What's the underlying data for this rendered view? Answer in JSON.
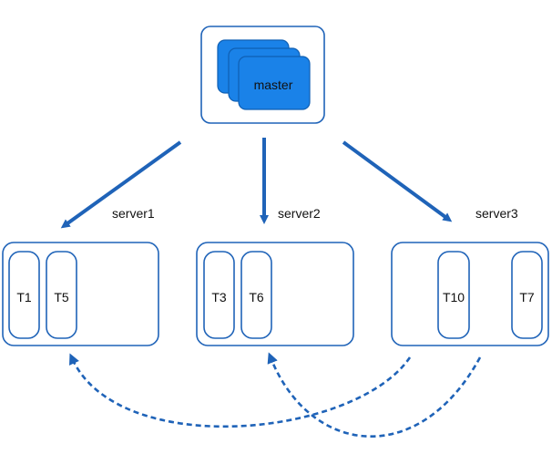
{
  "master": {
    "label": "master"
  },
  "servers": [
    {
      "name": "server1",
      "tasks": [
        "T1",
        "T5"
      ]
    },
    {
      "name": "server2",
      "tasks": [
        "T3",
        "T6"
      ]
    },
    {
      "name": "server3",
      "tasks": [
        "T10",
        "T7"
      ]
    }
  ],
  "colors": {
    "accent": "#1f63b8",
    "stack_fill": "#1a82e8"
  }
}
